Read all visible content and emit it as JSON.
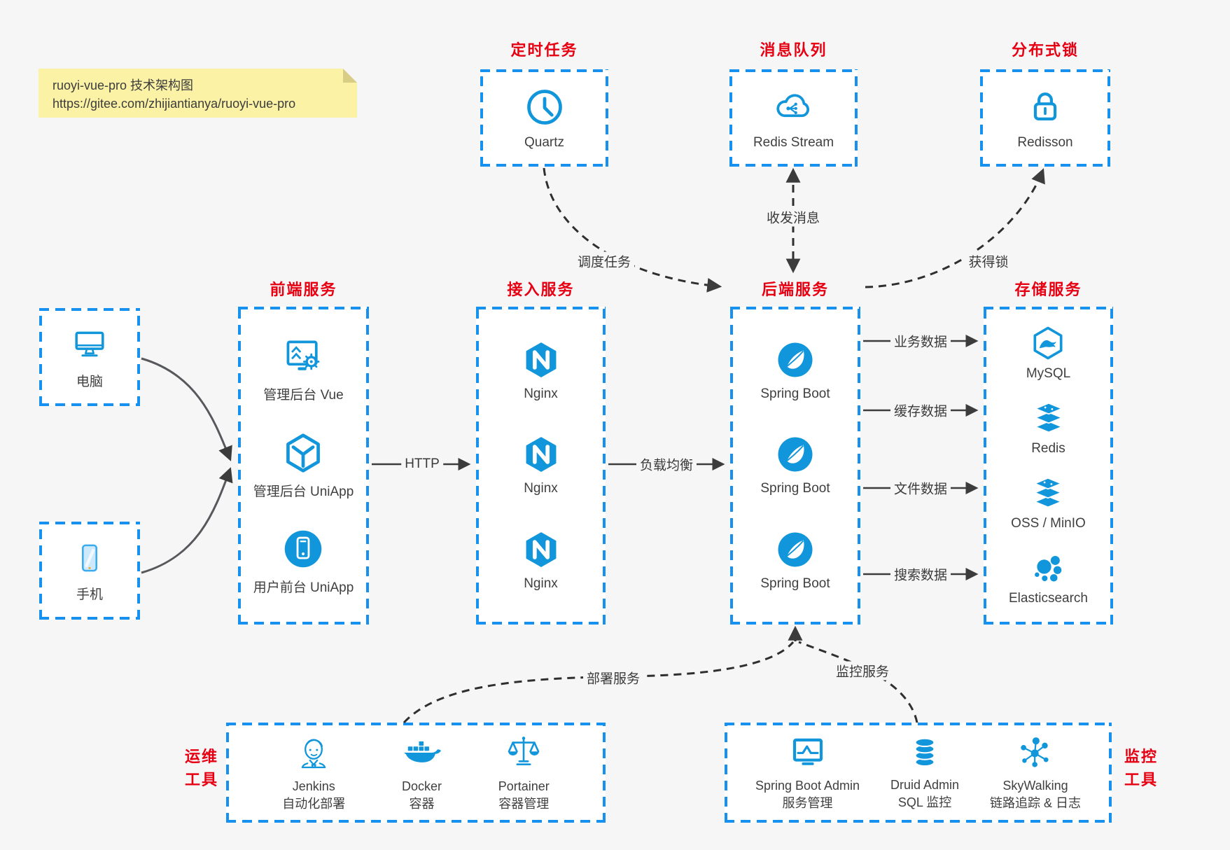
{
  "note": {
    "line1": "ruoyi-vue-pro 技术架构图",
    "line2": "https://gitee.com/zhijiantianya/ruoyi-vue-pro"
  },
  "colors": {
    "background": "#f6f6f7",
    "box_border_blue": "#1691f0",
    "icon_blue": "#1296db",
    "title_red": "#e60012",
    "arrow_dark": "#3c3c3c",
    "note_yellow": "#fbf2a6"
  },
  "groups": {
    "scheduled_job": {
      "title": "定时任务",
      "item": {
        "label": "Quartz",
        "icon": "clock-icon"
      }
    },
    "message_queue": {
      "title": "消息队列",
      "item": {
        "label": "Redis Stream",
        "icon": "cloud-stream-icon"
      }
    },
    "distributed_lock": {
      "title": "分布式锁",
      "item": {
        "label": "Redisson",
        "icon": "lock-icon"
      }
    },
    "clients": {
      "pc": {
        "label": "电脑",
        "icon": "desktop-icon"
      },
      "mobile": {
        "label": "手机",
        "icon": "smartphone-icon"
      }
    },
    "frontend": {
      "title": "前端服务",
      "items": [
        {
          "label": "管理后台 Vue",
          "icon": "admin-vue-icon"
        },
        {
          "label": "管理后台 UniApp",
          "icon": "uniapp-cube-icon"
        },
        {
          "label": "用户前台 UniApp",
          "icon": "user-app-icon"
        }
      ]
    },
    "access": {
      "title": "接入服务",
      "items": [
        {
          "label": "Nginx",
          "icon": "nginx-icon"
        },
        {
          "label": "Nginx",
          "icon": "nginx-icon"
        },
        {
          "label": "Nginx",
          "icon": "nginx-icon"
        }
      ]
    },
    "backend": {
      "title": "后端服务",
      "items": [
        {
          "label": "Spring Boot",
          "icon": "spring-icon"
        },
        {
          "label": "Spring Boot",
          "icon": "spring-icon"
        },
        {
          "label": "Spring Boot",
          "icon": "spring-icon"
        }
      ]
    },
    "storage": {
      "title": "存储服务",
      "items": [
        {
          "label": "MySQL",
          "icon": "mysql-icon"
        },
        {
          "label": "Redis",
          "icon": "redis-stack-icon"
        },
        {
          "label": "OSS / MinIO",
          "icon": "storage-stack-icon"
        },
        {
          "label": "Elasticsearch",
          "icon": "elasticsearch-icon"
        }
      ]
    },
    "ops_tools": {
      "label_line1": "运维",
      "label_line2": "工具",
      "items": [
        {
          "name": "Jenkins",
          "desc": "自动化部署",
          "icon": "jenkins-icon"
        },
        {
          "name": "Docker",
          "desc": "容器",
          "icon": "docker-whale-icon"
        },
        {
          "name": "Portainer",
          "desc": "容器管理",
          "icon": "scales-icon"
        }
      ]
    },
    "monitor_tools": {
      "label_line1": "监控",
      "label_line2": "工具",
      "items": [
        {
          "name": "Spring Boot Admin",
          "desc": "服务管理",
          "icon": "monitor-chart-icon"
        },
        {
          "name": "Druid Admin",
          "desc": "SQL 监控",
          "icon": "database-icon"
        },
        {
          "name": "SkyWalking",
          "desc": "链路追踪 & 日志",
          "icon": "topology-icon"
        }
      ]
    }
  },
  "edges": {
    "http": "HTTP",
    "load_balance": "负载均衡",
    "schedule": "调度任务",
    "message": "收发消息",
    "acquire_lock": "获得锁",
    "business_data": "业务数据",
    "cache_data": "缓存数据",
    "file_data": "文件数据",
    "search_data": "搜索数据",
    "deploy": "部署服务",
    "monitor": "监控服务"
  }
}
